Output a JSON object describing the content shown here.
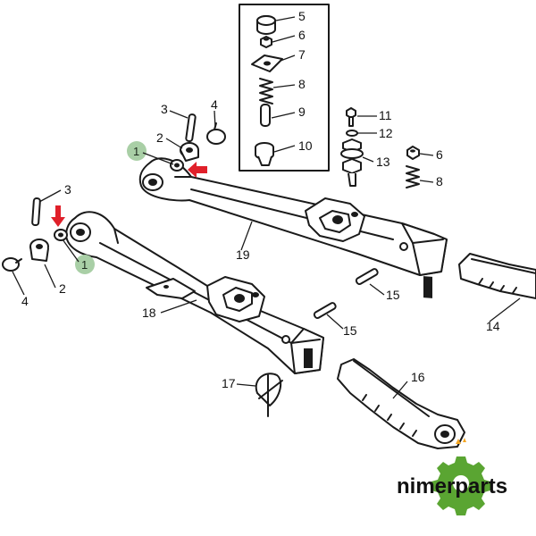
{
  "parts": {
    "p1_left": "1",
    "p1_right": "1",
    "p2_upper": "2",
    "p2_lower": "2",
    "p3_upper": "3",
    "p3_lower": "3",
    "p4_upper": "4",
    "p4_lower": "4",
    "p5": "5",
    "p6_inset": "6",
    "p6_right": "6",
    "p7": "7",
    "p8_inset": "8",
    "p8_right": "8",
    "p9": "9",
    "p10": "10",
    "p11": "11",
    "p12": "12",
    "p13": "13",
    "p14": "14",
    "p15_upper": "15",
    "p15_lower": "15",
    "p16": "16",
    "p17": "17",
    "p18": "18",
    "p19": "19"
  },
  "colors": {
    "arrow": "#e0202a",
    "badge": "#a9cfa6",
    "gear": "#5aa532",
    "ink": "#1a1a1a"
  },
  "logo": {
    "text": "nimerparts",
    "icon": "gear-icon"
  }
}
